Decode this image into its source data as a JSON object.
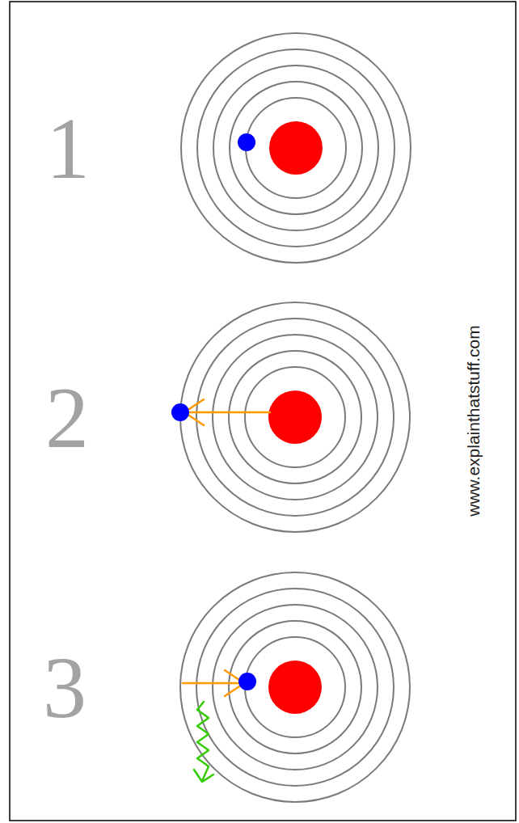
{
  "diagram": {
    "labels": [
      "1",
      "2",
      "3",
      "www.explainthatstuff.com"
    ]
  }
}
